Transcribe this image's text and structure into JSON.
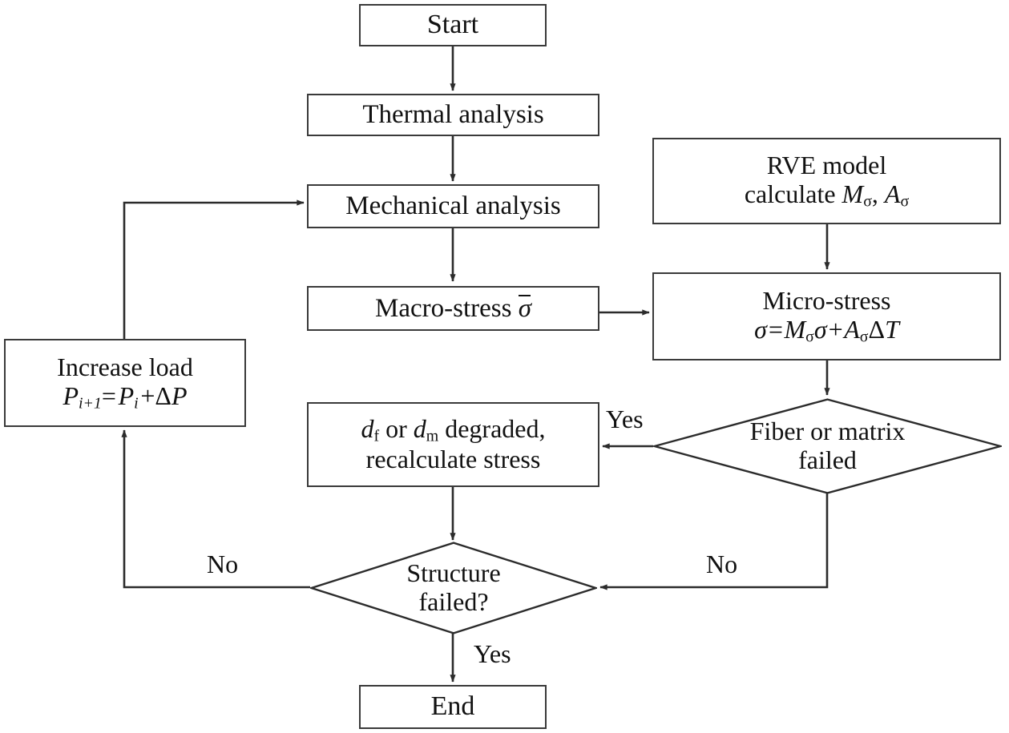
{
  "diagram": {
    "type": "flowchart",
    "title": "Progressive failure analysis flowchart",
    "orientation": "top-to-bottom",
    "colors": {
      "stroke": "#3a3a3a",
      "fill": "#ffffff",
      "text": "#111111"
    },
    "nodes": [
      {
        "id": "start",
        "shape": "rect",
        "text": "Start"
      },
      {
        "id": "thermal",
        "shape": "rect",
        "text": "Thermal analysis"
      },
      {
        "id": "mechanical",
        "shape": "rect",
        "text": "Mechanical analysis"
      },
      {
        "id": "macro",
        "shape": "rect",
        "text": "Macro-stress σ̄",
        "text_prefix": "Macro-stress ",
        "symbol": "σ"
      },
      {
        "id": "rve",
        "shape": "rect",
        "text": "RVE model calculate Mσ, Aσ",
        "line1": "RVE model",
        "line2_prefix": "calculate ",
        "line2_sym1": "M",
        "line2_sub1": "σ",
        "line2_mid": ", ",
        "line2_sym2": "A",
        "line2_sub2": "σ"
      },
      {
        "id": "micro",
        "shape": "rect",
        "text": "Micro-stress σ=Mσσ+AσΔT",
        "line1": "Micro-stress",
        "equation": "σ=Mσσ+AσΔT"
      },
      {
        "id": "increase",
        "shape": "rect",
        "text": "Increase load Pi+1= Pi +ΔP",
        "line1": "Increase load",
        "equation": "P_{i+1} = P_i + ΔP"
      },
      {
        "id": "degraded",
        "shape": "rect",
        "text": "df or dm degraded, recalculate stress",
        "line1_a": "d",
        "line1_sub_a": "f",
        "line1_mid": " or ",
        "line1_b": "d",
        "line1_sub_b": "m",
        "line1_tail": " degraded,",
        "line2": "recalculate stress"
      },
      {
        "id": "fiber",
        "shape": "diamond",
        "text": "Fiber or matrix failed",
        "line1": "Fiber or matrix",
        "line2": "failed"
      },
      {
        "id": "structure",
        "shape": "diamond",
        "text": "Structure failed?",
        "line1": "Structure",
        "line2": "failed?"
      },
      {
        "id": "end",
        "shape": "rect",
        "text": "End"
      }
    ],
    "edges": [
      {
        "from": "start",
        "to": "thermal",
        "label": ""
      },
      {
        "from": "thermal",
        "to": "mechanical",
        "label": ""
      },
      {
        "from": "mechanical",
        "to": "macro",
        "label": ""
      },
      {
        "from": "macro",
        "to": "micro",
        "label": ""
      },
      {
        "from": "rve",
        "to": "micro",
        "label": ""
      },
      {
        "from": "micro",
        "to": "fiber",
        "label": ""
      },
      {
        "from": "fiber",
        "to": "degraded",
        "label": "Yes"
      },
      {
        "from": "fiber",
        "to": "structure",
        "label": "No"
      },
      {
        "from": "degraded",
        "to": "structure",
        "label": ""
      },
      {
        "from": "structure",
        "to": "increase",
        "label": "No"
      },
      {
        "from": "structure",
        "to": "end",
        "label": "Yes"
      },
      {
        "from": "increase",
        "to": "mechanical",
        "label": ""
      }
    ],
    "edge_labels": {
      "yes_fiber": "Yes",
      "no_fiber": "No",
      "no_structure": "No",
      "yes_structure": "Yes"
    }
  }
}
